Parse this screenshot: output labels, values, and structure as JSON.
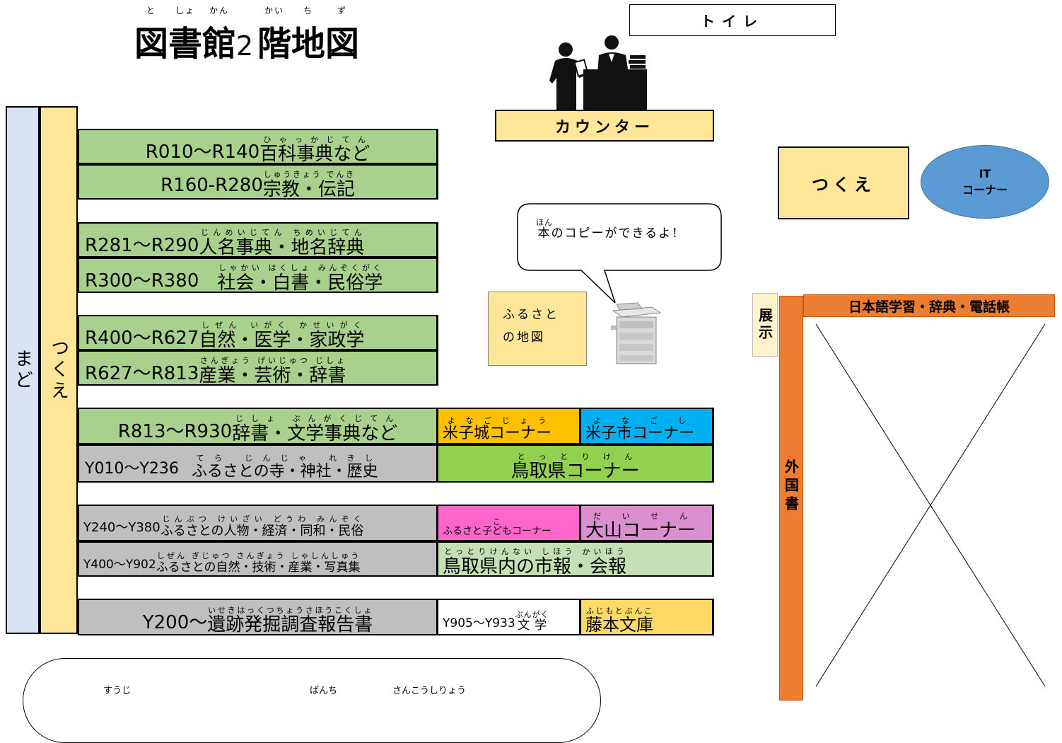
{
  "title": {
    "chars": [
      "図",
      "書",
      "館",
      "2",
      "階",
      "地",
      "図"
    ],
    "ruby": [
      "と",
      "しょ",
      "かん",
      "",
      "かい",
      "ち",
      "ず"
    ]
  },
  "toilet": "トイレ",
  "counter": "カウンター",
  "desk_right": "つくえ",
  "it_corner": {
    "line1": "IT",
    "line2": "コーナー"
  },
  "copy_bubble": {
    "ruby_base": "本",
    "ruby": "ほん",
    "text": "のコピーができるよ！"
  },
  "furusato_map": {
    "line1": "ふるさと",
    "line2": "の地図"
  },
  "side_mado": "まど",
  "side_tsukue": "つくえ",
  "rows": [
    {
      "code": "R010～R140",
      "label": "百科事典など",
      "ruby": "ひゃっかじてん"
    },
    {
      "code": "R160-R280",
      "label": "宗教・伝記",
      "ruby": "しゅうきょう でんき"
    },
    {
      "code": "R281～R290",
      "label": "人名事典・地名辞典",
      "ruby": "じんめいじてん ちめいじてん"
    },
    {
      "code": "R300～R380",
      "label": "社会・白書・民俗学",
      "ruby": "しゃかい はくしょ みんぞくがく"
    },
    {
      "code": "R400～R627",
      "label": "自然・医学・家政学",
      "ruby": "しぜん いがく かせいがく"
    },
    {
      "code": "R627～R813",
      "label": "産業・芸術・辞書",
      "ruby": "さんぎょう げいじゅつ じしょ"
    },
    {
      "code": "R813～R930",
      "label": "辞書・文学事典など",
      "ruby": "じしょ ぶんがくじてん"
    },
    {
      "code": "Y010～Y236",
      "label": "ふるさとの寺・神社・歴史",
      "ruby": "てら じんじゃ れきし"
    },
    {
      "code": "Y240～Y380",
      "label": "ふるさとの人物・経済・同和・民俗",
      "ruby": "じんぶつ けいざい どうわ みんぞく"
    },
    {
      "code": "Y400～Y902",
      "label": "ふるさとの自然・技術・産業・写真集",
      "ruby": "しぜん ぎじゅつ さんぎょう しゃしんしゅう"
    },
    {
      "code": "Y200～",
      "label": "遺跡発掘調査報告書",
      "ruby": "いせきはっくつちょうさほうこくしょ"
    }
  ],
  "corners": {
    "yonago_castle": {
      "label": "米子城コーナー",
      "ruby": "よなごじょう"
    },
    "yonago_city": {
      "label": "米子市コーナー",
      "ruby": "よなごし"
    },
    "tottori_pref": {
      "label": "鳥取県コーナー",
      "ruby": "とっとりけん"
    },
    "kids": {
      "label": "ふるさと子どもコーナー",
      "ruby": "こ"
    },
    "daisen": {
      "label": "大山コーナー",
      "ruby": "だいせん"
    },
    "city_reports": {
      "label": "鳥取県内の市報・会報",
      "ruby": "とっとりけんない しほう かいほう"
    },
    "literature": {
      "code": "Y905～Y933",
      "label": "文学",
      "ruby": "ぶんがく"
    },
    "fujimoto": {
      "label": "藤本文庫",
      "ruby": "ふじもとぶんこ"
    }
  },
  "exhibit": "展示",
  "foreign_books": "外国書",
  "japanese_study": "日本語学習・辞典・電話帳",
  "bottom_note": {
    "ruby1": "すうじ",
    "ruby2": "ばんち",
    "ruby3": "さんこうしりょう"
  },
  "colors": {
    "green": "#a9d18e",
    "gray": "#bfbfbf",
    "yellow": "#ffe699",
    "window_blue": "#dae3f3",
    "orange": "#ed7d31",
    "bright_green": "#92d050",
    "magenta": "#ff66cc",
    "violet": "#da8fd0",
    "light_green": "#c5e0b4",
    "gold": "#ffd966",
    "sky": "#00b0f0",
    "amber": "#ffc000",
    "it_blue": "#5b9bd5"
  }
}
